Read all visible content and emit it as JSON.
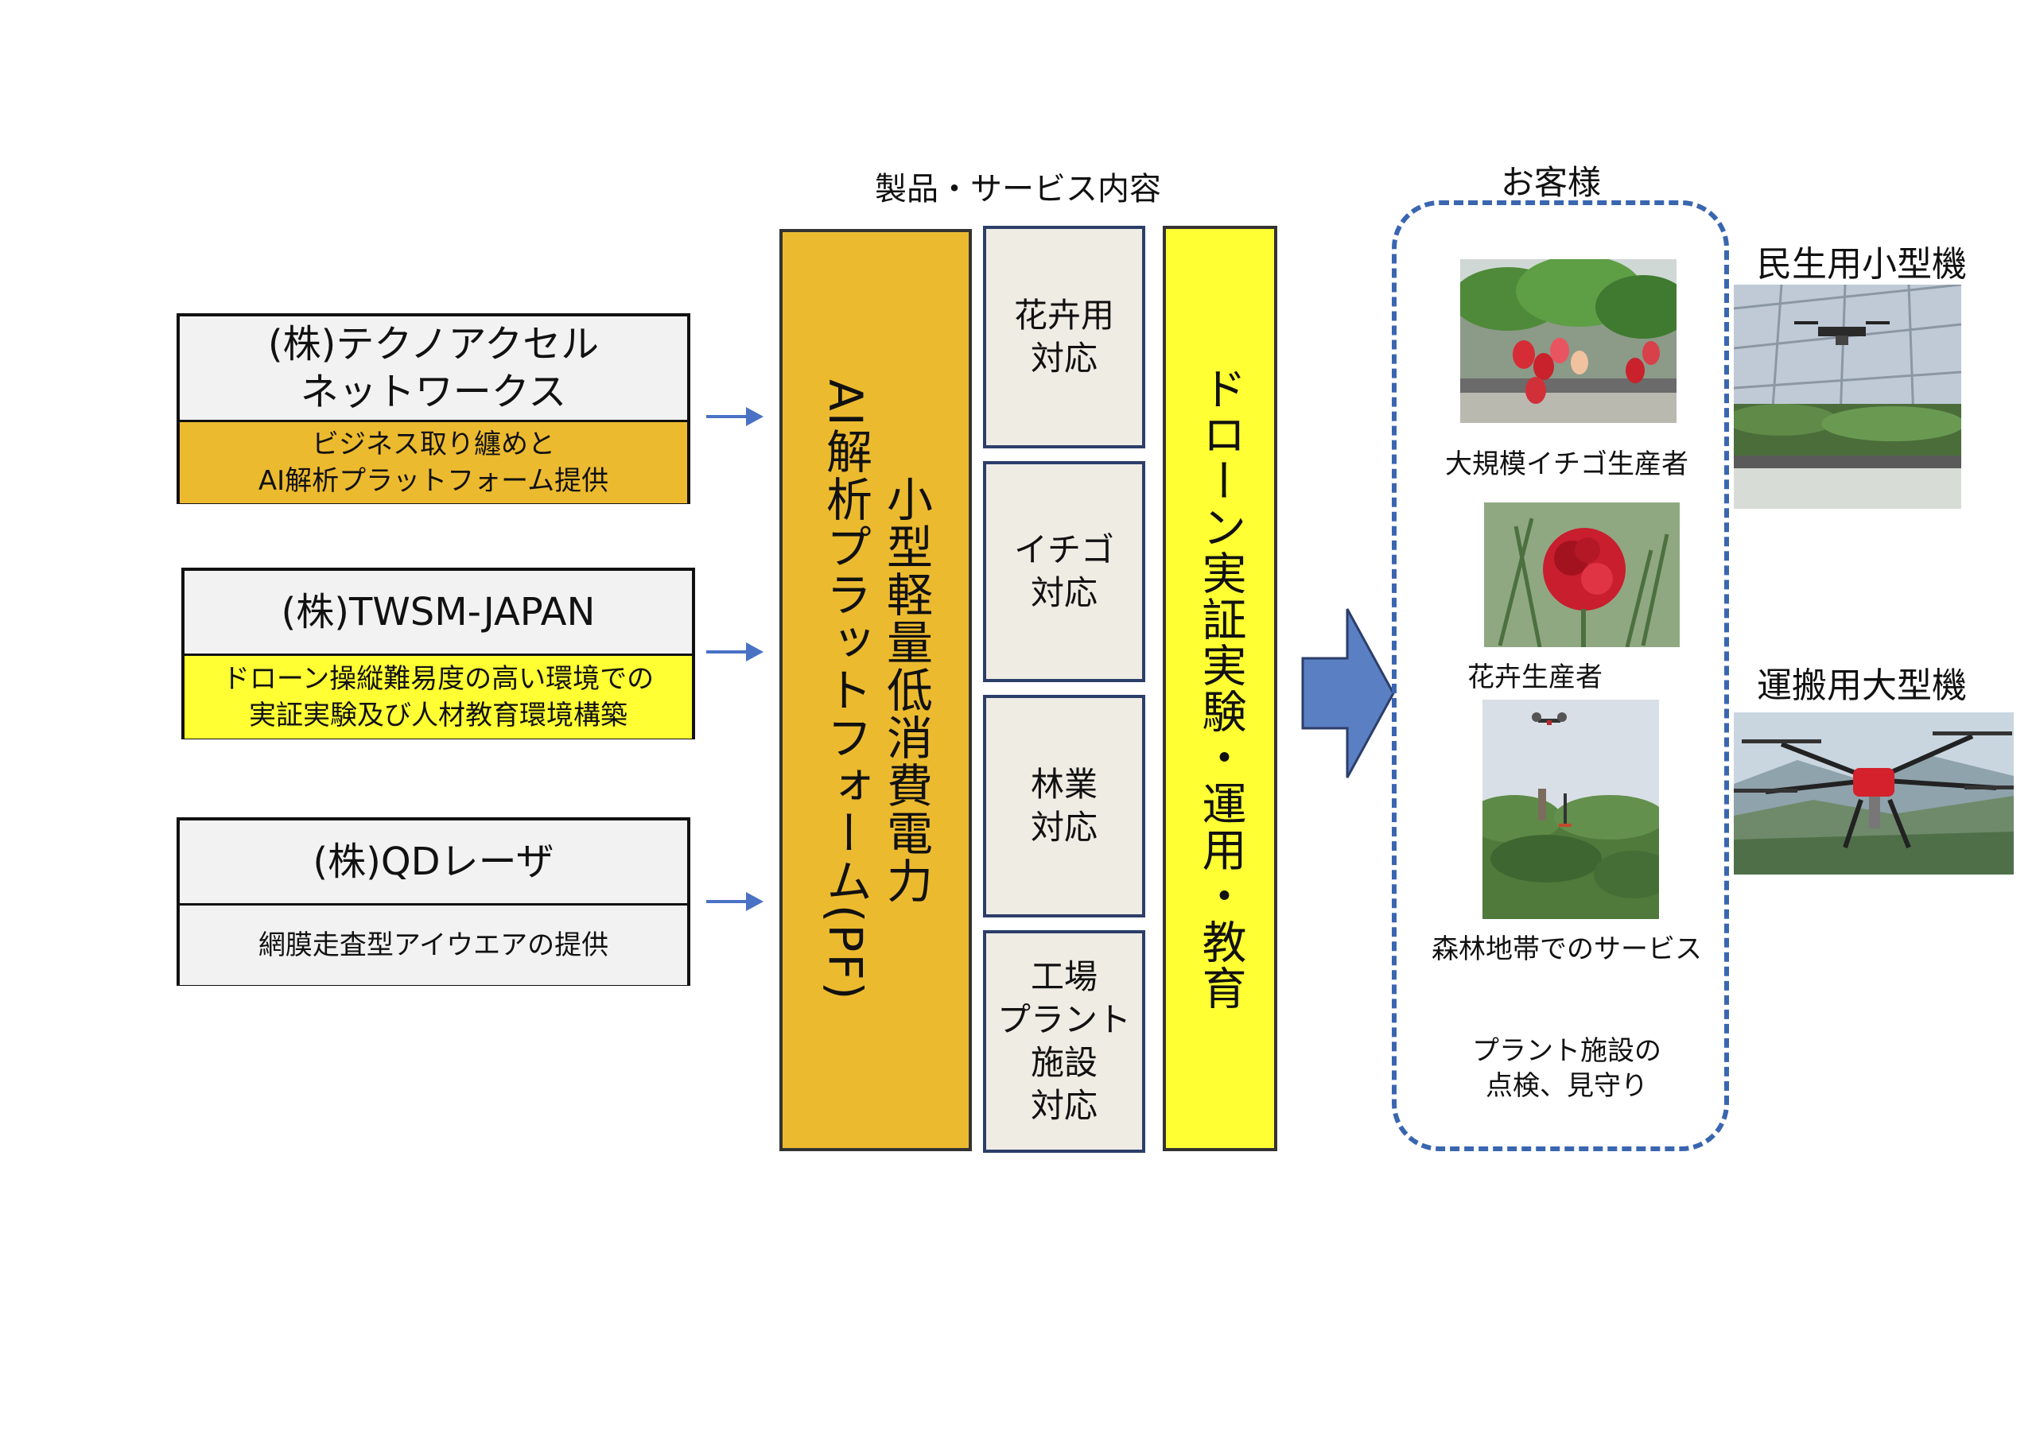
{
  "header": {
    "products_title": "製品・サービス内容",
    "customers_title": "お客様"
  },
  "companies": [
    {
      "name": "(株)テクノアクセル\nネットワークス",
      "role": "ビジネス取り纏めと\nAI解析プラットフォーム提供",
      "role_color": "#ecba2f"
    },
    {
      "name": "(株)TWSM-JAPAN",
      "role": "ドローン操縦難易度の高い環境での\n実証実験及び人材教育環境構築",
      "role_color": "#ffff33"
    },
    {
      "name": "(株)QDレーザ",
      "role": "網膜走査型アイウエアの提供",
      "role_color": "#f2f2f2"
    }
  ],
  "platform": {
    "text": "小型軽量低消費電力\nAI解析プラットフォーム(PF)",
    "color": "#ecba2f"
  },
  "applications": [
    "花卉用\n対応",
    "イチゴ\n対応",
    "林業\n対応",
    "工場\nプラント\n施設\n対応"
  ],
  "drone_service": {
    "text": "ドローン実証実験・運用・教育",
    "color": "#ffff33"
  },
  "customers": [
    {
      "label": "大規模イチゴ生産者"
    },
    {
      "label": "花卉生産者"
    },
    {
      "label": "森林地帯でのサービス"
    },
    {
      "label": "プラント施設の\n点検、見守り"
    }
  ],
  "drones": [
    {
      "label": "民生用小型機"
    },
    {
      "label": "運搬用大型機"
    }
  ],
  "colors": {
    "arrow": "#4a72c4",
    "dashed_border": "#3a66b0"
  }
}
